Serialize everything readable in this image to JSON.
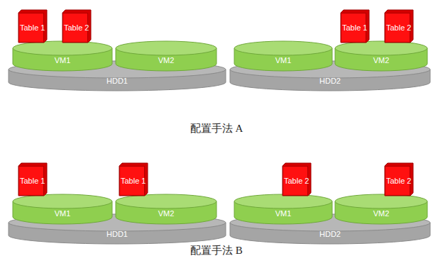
{
  "diagram": {
    "nodes": [
      {
        "text": [
          "HDD1"
        ]
      },
      {
        "text": [
          "VM1"
        ],
        "in": 0
      },
      {
        "text": [
          "Table 1"
        ],
        "in": 1
      },
      {
        "text": [
          "Table 2"
        ],
        "in": 1
      },
      {
        "text": [
          "VM2"
        ],
        "in": 0
      },
      {
        "text": [
          "HDD2"
        ]
      },
      {
        "text": [
          "VM1"
        ],
        "in": 5
      },
      {
        "text": [
          "VM2"
        ],
        "in": 5
      },
      {
        "text": [
          "Table 1"
        ],
        "in": 7
      },
      {
        "text": [
          "Table 2"
        ],
        "in": 7
      },
      {
        "text": [
          "HDD1"
        ]
      },
      {
        "text": [
          "VM1"
        ],
        "in": 10
      },
      {
        "text": [
          "Table 1"
        ],
        "in": 11
      },
      {
        "text": [
          "VM2"
        ],
        "in": 10
      },
      {
        "text": [
          "Table 1"
        ],
        "in": 13
      },
      {
        "text": [
          "HDD2"
        ]
      },
      {
        "text": [
          "VM1"
        ],
        "in": 15
      },
      {
        "text": [
          "Table 2"
        ],
        "in": 16
      },
      {
        "text": [
          "VM2"
        ],
        "in": 15
      },
      {
        "text": [
          "Table 2"
        ],
        "in": 18
      }
    ],
    "labels": [
      "配置手法 A",
      "配置手法 B"
    ]
  }
}
